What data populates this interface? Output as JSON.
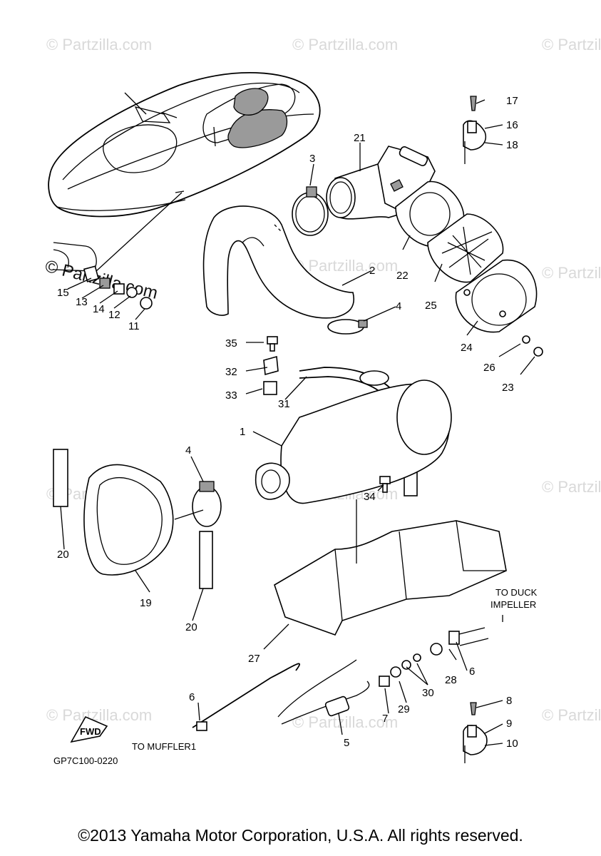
{
  "diagram": {
    "watermark_text": "© Partzilla.com",
    "part_labels": {
      "p1": "1",
      "p2": "2",
      "p3": "3",
      "p4a": "4",
      "p4b": "4",
      "p5": "5",
      "p6a": "6",
      "p6b": "6",
      "p7": "7",
      "p8": "8",
      "p9": "9",
      "p10": "10",
      "p11": "11",
      "p12": "12",
      "p13": "13",
      "p14": "14",
      "p15": "15",
      "p16": "16",
      "p17": "17",
      "p18": "18",
      "p19": "19",
      "p20a": "20",
      "p20b": "20",
      "p21": "21",
      "p22": "22",
      "p23": "23",
      "p24": "24",
      "p25": "25",
      "p26": "26",
      "p27": "27",
      "p28": "28",
      "p29": "29",
      "p30": "30",
      "p31": "31",
      "p32": "32",
      "p33": "33",
      "p34": "34",
      "p35": "35"
    },
    "notes": {
      "to_duck_line1": "TO DUCK",
      "to_duck_line2": "IMPELLER",
      "to_muffler": "TO MUFFLER1",
      "fwd": "FWD",
      "drawing_code": "GP7C100-0220"
    }
  },
  "footer": {
    "copyright": "©2013 Yamaha Motor Corporation, U.S.A. All rights reserved."
  }
}
